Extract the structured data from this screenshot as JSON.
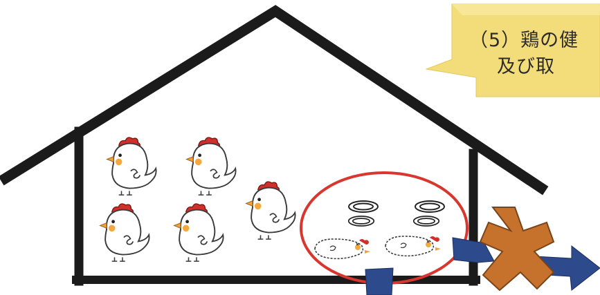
{
  "callout": {
    "line1": "（5）鶏の健",
    "line2": "及び取",
    "fill": "#f3dc7a",
    "fill_light": "#f8ea9e"
  },
  "colors": {
    "house_outline": "#1b1b1b",
    "circle": "#d7372f",
    "comb": "#d22f2a",
    "beak": "#f0a23a",
    "cheek": "#f4a83d",
    "arrow": "#2d4a8c",
    "cross": "#c6722d"
  },
  "icons": {
    "healthy_chickens": "chicken-icon",
    "dead_chickens": "dead-chicken-icon",
    "marks": "ellipse-mark-icon",
    "cross": "cross-icon",
    "arrows": "arrow-icon"
  },
  "counts": {
    "healthy_chickens": 5,
    "dead_chickens": 2,
    "marks": 4
  }
}
